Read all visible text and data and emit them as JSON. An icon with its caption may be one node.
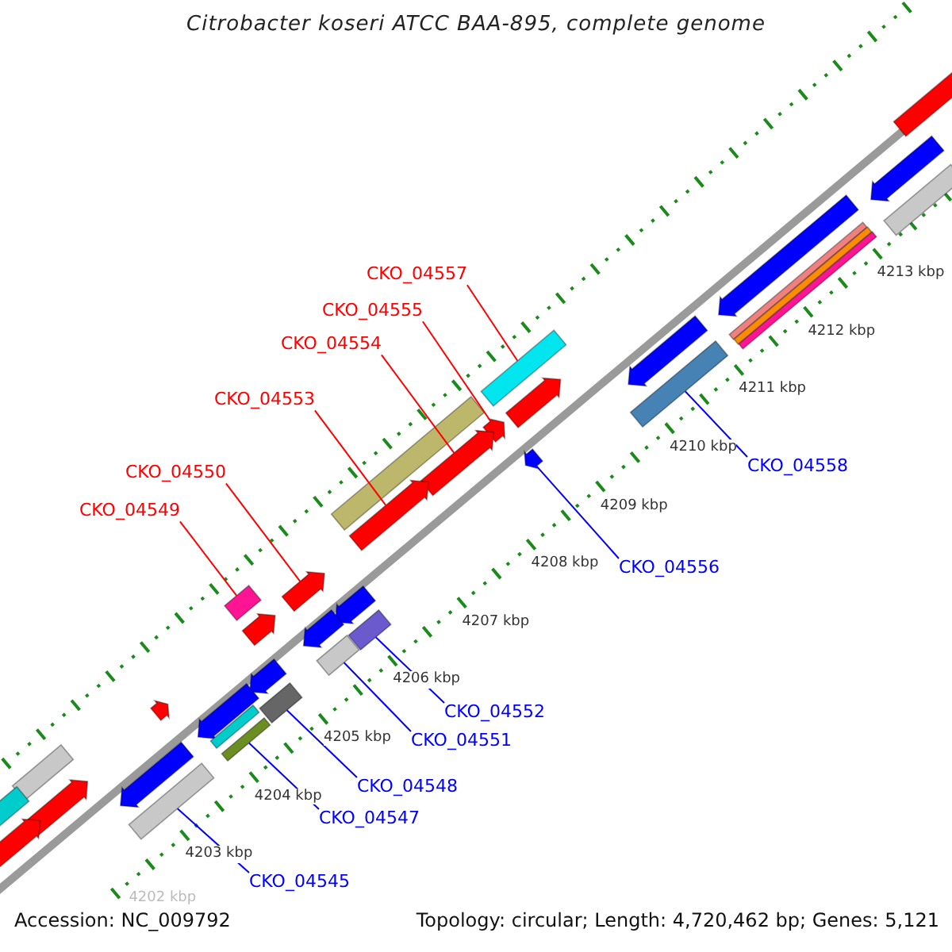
{
  "diagram": {
    "title": "Citrobacter koseri ATCC BAA-895, complete genome",
    "nodes": [
      {
        "text": [
          "CKO_04557"
        ]
      },
      {
        "text": [
          "CKO_04555"
        ]
      },
      {
        "text": [
          "CKO_04554"
        ]
      },
      {
        "text": [
          "CKO_04553"
        ]
      },
      {
        "text": [
          "CKO_04550"
        ]
      },
      {
        "text": [
          "CKO_04549"
        ]
      },
      {
        "text": [
          "CKO_04558"
        ]
      },
      {
        "text": [
          "CKO_04556"
        ]
      },
      {
        "text": [
          "CKO_04552"
        ]
      },
      {
        "text": [
          "CKO_04551"
        ]
      },
      {
        "text": [
          "CKO_04548"
        ]
      },
      {
        "text": [
          "CKO_04547"
        ]
      },
      {
        "text": [
          "CKO_04545"
        ]
      },
      {
        "text": [],
        "shape": "pentagon"
      },
      {
        "text": [],
        "shape": "pentagon"
      },
      {
        "text": [],
        "shape": "bar"
      },
      {
        "text": [],
        "shape": "pentagon"
      },
      {
        "text": [],
        "shape": "bar"
      },
      {
        "text": [],
        "shape": "bar"
      },
      {
        "text": [],
        "shape": "bar"
      },
      {
        "text": [],
        "shape": "pentagon"
      },
      {
        "text": [],
        "shape": "bar"
      },
      {
        "text": [],
        "shape": "bar"
      },
      {
        "text": [],
        "shape": "pentagon"
      },
      {
        "text": [],
        "shape": "pentagon"
      },
      {
        "text": [],
        "shape": "pentagon"
      },
      {
        "text": [],
        "shape": "pentagon"
      },
      {
        "text": [],
        "shape": "bar"
      },
      {
        "text": [],
        "shape": "pentagon"
      },
      {
        "text": [],
        "shape": "pentagon"
      },
      {
        "text": [],
        "shape": "bar"
      },
      {
        "text": [],
        "shape": "pentagon"
      },
      {
        "text": [],
        "shape": "pentagon"
      },
      {
        "text": [],
        "shape": "bar"
      },
      {
        "text": [],
        "shape": "pentagon"
      },
      {
        "text": [],
        "shape": "bar"
      },
      {
        "text": [],
        "shape": "pentagon"
      },
      {
        "text": [],
        "shape": "bar"
      },
      {
        "text": [],
        "shape": "pentagon"
      },
      {
        "text": [],
        "shape": "pentagon"
      },
      {
        "text": [],
        "shape": "bar"
      },
      {
        "text": [],
        "shape": "bar"
      },
      {
        "text": [],
        "shape": "bar"
      },
      {
        "text": [],
        "shape": "pentagon"
      },
      {
        "text": [],
        "shape": "bar"
      },
      {
        "text": [],
        "shape": "pentagon"
      },
      {
        "text": [],
        "shape": "bar"
      },
      {
        "text": [],
        "shape": "pentagon"
      }
    ],
    "edges": [
      {
        "from": 0,
        "to": 21,
        "arrow": "none",
        "color": "#ff0000"
      },
      {
        "from": 1,
        "to": 24,
        "arrow": "none",
        "color": "#ff0000"
      },
      {
        "from": 2,
        "to": 26,
        "arrow": "none",
        "color": "#ff0000"
      },
      {
        "from": 3,
        "to": 28,
        "arrow": "none",
        "color": "#ff0000"
      },
      {
        "from": 4,
        "to": 29,
        "arrow": "none",
        "color": "#ff0000"
      },
      {
        "from": 5,
        "to": 30,
        "arrow": "none",
        "color": "#ff0000"
      },
      {
        "from": 6,
        "to": 22,
        "arrow": "none"
      },
      {
        "from": 7,
        "to": 25,
        "arrow": "none"
      },
      {
        "from": 8,
        "to": 33,
        "arrow": "none"
      },
      {
        "from": 9,
        "to": 35,
        "arrow": "none"
      },
      {
        "from": 10,
        "to": 37,
        "arrow": "none"
      },
      {
        "from": 11,
        "to": 41,
        "arrow": "none"
      },
      {
        "from": 12,
        "to": 44,
        "arrow": "none"
      }
    ],
    "labels": [
      "4213 kbp",
      "4212 kbp",
      "4211 kbp",
      "4210 kbp",
      "4209 kbp",
      "4208 kbp",
      "4207 kbp",
      "4206 kbp",
      "4205 kbp",
      "4204 kbp",
      "4203 kbp",
      "4202 kbp",
      "Accession: NC_009792",
      "Topology: circular; Length: 4,720,462 bp; Genes: 5,121"
    ]
  }
}
